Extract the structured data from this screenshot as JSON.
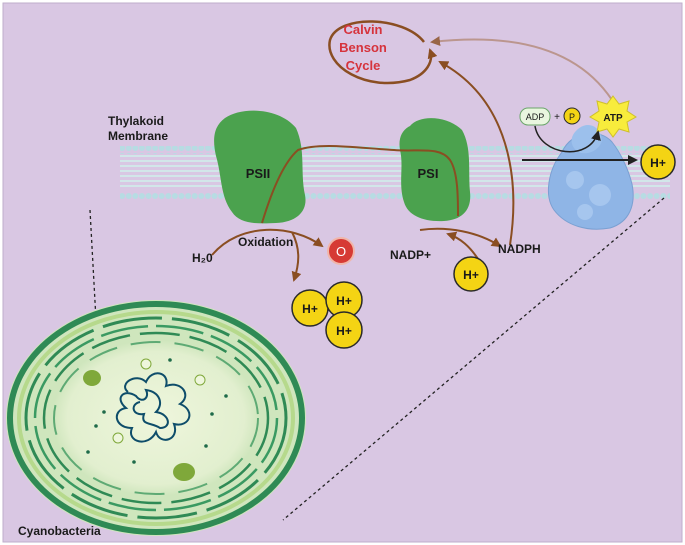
{
  "labels": {
    "thylakoid_line1": "Thylakoid",
    "thylakoid_line2": "Membrane",
    "calvin_line1": "Calvin",
    "calvin_line2": "Benson",
    "calvin_line3": "Cycle",
    "psii": "PSII",
    "psi": "PSI",
    "water": "H₂0",
    "oxidation": "Oxidation",
    "oxygen": "O",
    "nadp_plus": "NADP+",
    "nadph": "NADPH",
    "adp": "ADP",
    "phosphate": "P",
    "atp": "ATP",
    "h_plus_right": "H+",
    "h_plus_nadp": "H+",
    "h_plus_cluster_1": "H+",
    "h_plus_cluster_2": "H+",
    "h_plus_cluster_3": "H+",
    "cyanobacteria": "Cyanobacteria"
  },
  "colors": {
    "background": "#d9c7e3",
    "membrane_bead": "#b7dce3",
    "photosystem": "#4ba24e",
    "electron_path": "#8a4e22",
    "calvin_text": "#d6333c",
    "oxygen": "#d63a34",
    "proton": "#f4d414",
    "atp_synthase": "#8fb5e6",
    "cell_outer": "#2f8a55",
    "cell_inner": "#e4f0d2"
  }
}
